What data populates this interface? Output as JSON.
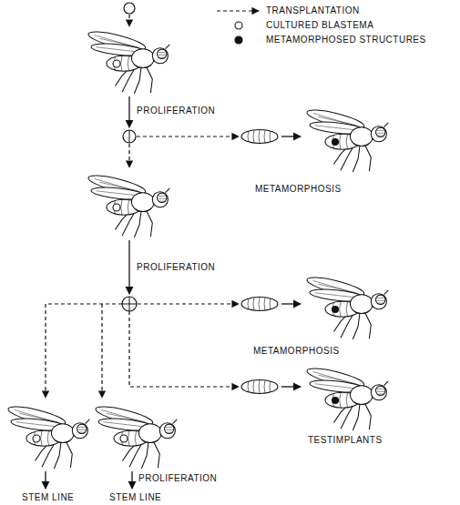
{
  "diagram": {
    "labels": [
      "PROLIFERATION",
      "METAMORPHOSIS",
      "PROLIFERATION",
      "METAMORPHOSIS",
      "TESTIMPLANTS",
      "PROLIFERATION",
      "STEM LINE",
      "STEM LINE"
    ],
    "legend": [
      {
        "text": "TRANSPLANTATION"
      },
      {
        "text": "CULTURED BLASTEMA"
      },
      {
        "text": "METAMORPHOSED STRUCTURES"
      }
    ]
  }
}
